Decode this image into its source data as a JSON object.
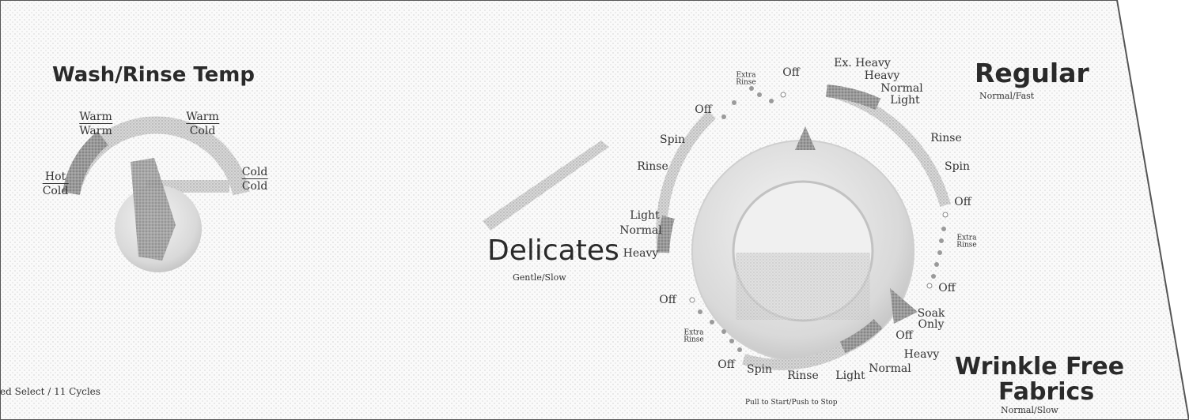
{
  "temp_panel": {
    "title": "Wash/Rinse Temp",
    "settings": [
      {
        "top": "Hot",
        "bottom": "Cold"
      },
      {
        "top": "Warm",
        "bottom": "Warm"
      },
      {
        "top": "Warm",
        "bottom": "Cold"
      },
      {
        "top": "Cold",
        "bottom": "Cold"
      }
    ]
  },
  "footer_left": "ed Select / 11 Cycles",
  "footer_center": "Pull to Start/Push to Stop",
  "groups": {
    "regular": {
      "name": "Regular",
      "sub": "Normal/Fast"
    },
    "delicates": {
      "name": "Delicates",
      "sub": "Gentle/Slow"
    },
    "wrinkle_free": {
      "name_line1": "Wrinkle Free",
      "name_line2": "Fabrics",
      "sub": "Normal/Slow"
    }
  },
  "cycle_dial": {
    "labels": {
      "off_top": "Off",
      "extra_rinse_top": "Extra\nRinse",
      "off_left_top": "Off",
      "spin_left": "Spin",
      "rinse_left": "Rinse",
      "light_left": "Light",
      "normal_left": "Normal",
      "heavy_left": "Heavy",
      "ex_heavy": "Ex. Heavy",
      "heavy_top": "Heavy",
      "normal_top": "Normal",
      "light_top": "Light",
      "rinse_right": "Rinse",
      "spin_right": "Spin",
      "off_right": "Off",
      "extra_rinse_right": "Extra\nRinse",
      "off_right_low": "Off",
      "soak_only": "Soak\nOnly",
      "off_soak": "Off",
      "heavy_bottom": "Heavy",
      "normal_bottom": "Normal",
      "light_bottom": "Light",
      "rinse_bottom": "Rinse",
      "spin_bottom": "Spin",
      "off_bottom": "Off",
      "extra_rinse_bottom": "Extra\nRinse",
      "off_left_low": "Off"
    }
  }
}
